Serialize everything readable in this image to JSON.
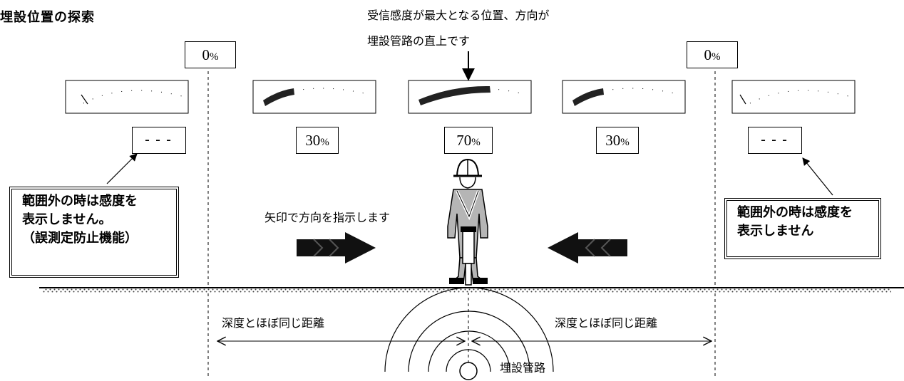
{
  "title": "埋設位置の探索",
  "top_note": {
    "line1": "受信感度が最大となる位置、方向が",
    "line2": "埋設管路の直上です"
  },
  "boundary_left": {
    "value": "0",
    "unit": "%"
  },
  "boundary_right": {
    "value": "0",
    "unit": "%"
  },
  "meters": [
    {
      "level": 0
    },
    {
      "level": 0.3
    },
    {
      "level": 0.7
    },
    {
      "level": 0.3
    },
    {
      "level": 0
    }
  ],
  "readouts": {
    "left_out": "---",
    "left": {
      "value": "30",
      "unit": "%"
    },
    "center": {
      "value": "70",
      "unit": "%"
    },
    "right": {
      "value": "30",
      "unit": "%"
    },
    "right_out": "---"
  },
  "warning_left": {
    "line1": "範囲外の時は感度を",
    "line2": "表示しません。",
    "line3": "（誤測定防止機能）"
  },
  "warning_right": {
    "line1": "範囲外の時は感度を",
    "line2": "表示しません"
  },
  "arrow_note": "矢印で方向を指示します",
  "depth_left": "深度とほぼ同じ距離",
  "depth_right": "深度とほぼ同じ距離",
  "pipe_label": "埋設管路"
}
